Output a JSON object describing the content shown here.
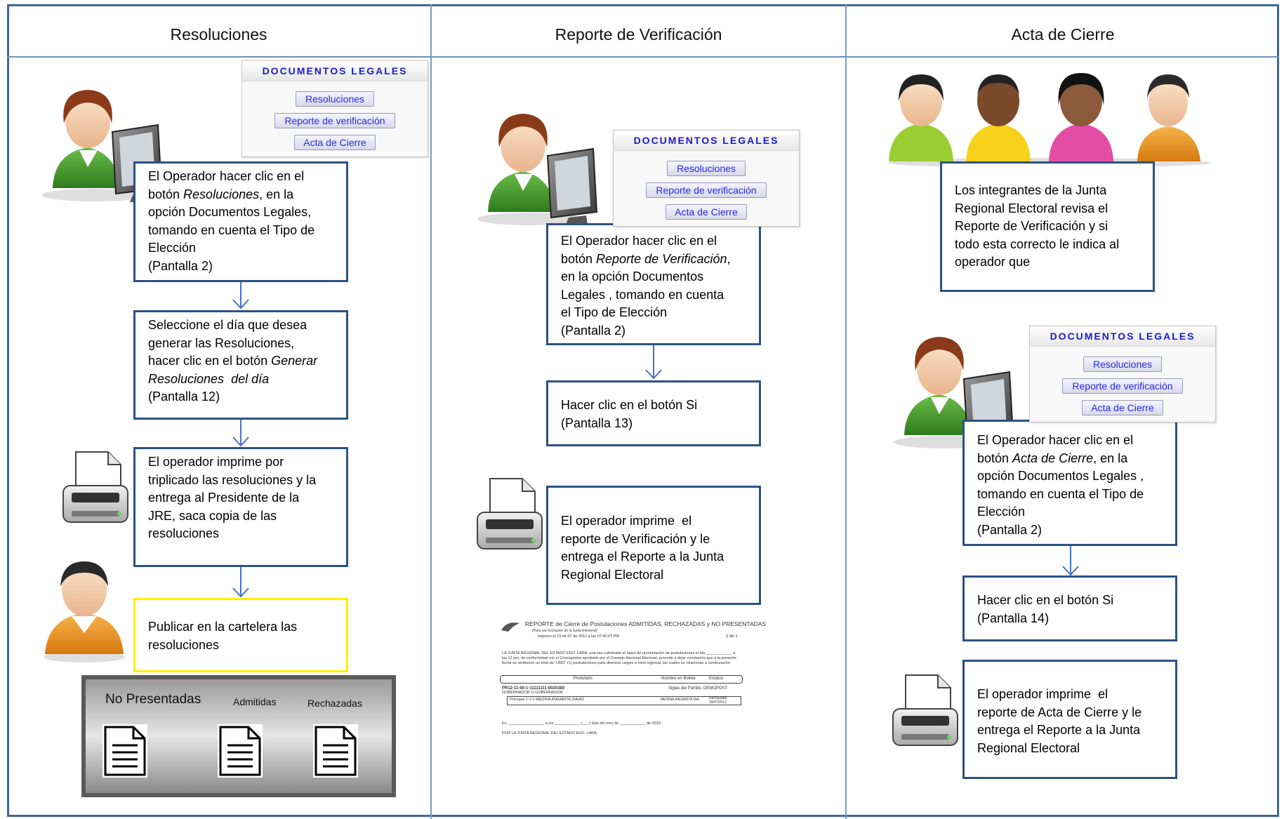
{
  "columns": [
    {
      "title": "Resoluciones"
    },
    {
      "title": "Reporte de Verificación"
    },
    {
      "title": "Acta de Cierre"
    }
  ],
  "menu": {
    "title": "DOCUMENTOS LEGALES",
    "btn_resoluciones": "Resoluciones",
    "btn_reporte": "Reporte de verificación",
    "btn_acta": "Acta de Cierre"
  },
  "col1": {
    "step1": {
      "t1": "El Operador hacer clic en el\nbotón ",
      "em": "Resoluciones",
      "t2": ", en la\nopción Documentos Legales,\ntomando en cuenta el Tipo de\nElección\n(Pantalla 2)"
    },
    "step2": {
      "t1": "Seleccione el día que desea\ngenerar las Resoluciones,\nhacer clic en el botón ",
      "em": "Generar\nResoluciones  del día",
      "t2": "\n(Pantalla 12)"
    },
    "step3": "El operador imprime por\ntriplicado las resoluciones y la\nentrega al Presidente de la\nJRE, saca copia de las\nresoluciones",
    "step4": "Publicar en la cartelera las\nresoluciones",
    "board": {
      "no_presentadas": "No Presentadas",
      "admitidas": "Admitidas",
      "rechazadas": "Rechazadas"
    }
  },
  "col2": {
    "step1": {
      "t1": "El Operador hacer clic en el\nbotón ",
      "em": "Reporte de Verificación",
      "t2": ",\nen la opción Documentos\nLegales , tomando en cuenta\nel Tipo de Elección\n(Pantalla 2)"
    },
    "step2": "Hacer clic en el botón Si\n(Pantalla 13)",
    "step3": "El operador imprime  el\nreporte de Verificación y le\nentrega el Reporte a la Junta\nRegional Electoral",
    "report": {
      "title": "REPORTE de Cierre de Postulaciones ADMITIDAS, RECHAZADAS y NO PRESENTADAS",
      "sub": "(Para uso Exclusivo de la Junta Electoral)",
      "printed": "Impreso el 19 de 07 de 2012 a las 07:42:07 PM",
      "page": "1 de 1",
      "para": "LA JUNTA REGIONAL DEL ESTADO EDO. LARA, una vez culminado el lapso de presentación de postulaciones el día ____________ a las 12 pm, de conformidad con el Cronograma aprobado por el Consejo Nacional Electoral, procede a dejar constancia que a la presente fecha se recibieron un total de \"UNO\" (1) postulaciones para diversos cargos a nivel regional, las cuales se relacionan a continuación:",
      "h_postulado": "Postulado",
      "h_boleta": "Nombre en Boleta",
      "h_estatus": "Estatus",
      "code": "PR12-11-00-1-11111111-0020380",
      "gob": "GOBERNADOR O GOBERNADOR",
      "siglas": "Siglas del Partido: DEMOPOST",
      "row_name": "Principal 1 V-1 MEDINA ANGARITA ISAIAS",
      "row_boleta": "MEDINA ANGARITA ISA",
      "row_status": "Rechazada 19/07/2012",
      "footer1": "En _________________ a los ____________ (___) días del mes de ____________ de 2010",
      "footer2": "POR LA JUNTA REGIONAL DEL ESTADO EDO. LARA,"
    }
  },
  "col3": {
    "step1": "Los integrantes de la Junta\nRegional Electoral revisa el\nReporte de Verificación y si\ntodo esta correcto le indica al\noperador que",
    "step2": {
      "t1": "El Operador hacer clic en el\nbotón ",
      "em": "Acta de Cierre",
      "t2": ", en la\nopción Documentos Legales ,\ntomando en cuenta el Tipo de\nElección\n(Pantalla 2)"
    },
    "step3": "Hacer clic en el botón Si\n(Pantalla 14)",
    "step4": "El operador imprime  el\nreporte de Acta de Cierre y le\nentrega el Reporte a la Junta\nRegional Electoral"
  },
  "colors": {
    "border": "#2c5282",
    "yellow_border": "#ffee00",
    "menu_title": "#1a1ad0"
  }
}
